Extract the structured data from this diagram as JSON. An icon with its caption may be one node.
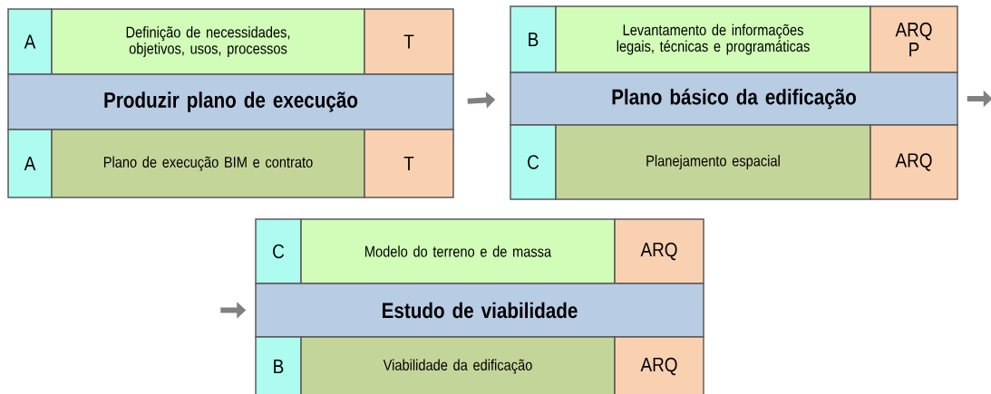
{
  "diagram": {
    "nodes": [
      {
        "text": [
          "A"
        ]
      },
      {
        "text": [
          "Definição de necessidades, objetivos, usos, processos"
        ]
      },
      {
        "text": [
          "T"
        ]
      },
      {
        "text": [
          "Produzir plano de execução"
        ]
      },
      {
        "text": [
          "A"
        ]
      },
      {
        "text": [
          "Plano de execução BIM e contrato"
        ]
      },
      {
        "text": [
          "T"
        ]
      },
      {
        "text": [
          "B"
        ]
      },
      {
        "text": [
          "Levantamento de informações legais, técnicas e programáticas"
        ]
      },
      {
        "text": [
          "ARQ P"
        ]
      },
      {
        "text": [
          "Plano básico da edificação"
        ]
      },
      {
        "text": [
          "C"
        ]
      },
      {
        "text": [
          "Planejamento espacial"
        ]
      },
      {
        "text": [
          "ARQ"
        ]
      },
      {
        "text": [
          "C"
        ]
      },
      {
        "text": [
          "Modelo do terreno e de massa"
        ]
      },
      {
        "text": [
          "ARQ"
        ]
      },
      {
        "text": [
          "Estudo de viabilidade"
        ]
      },
      {
        "text": [
          "B"
        ]
      },
      {
        "text": [
          "Viabilidade da edificação"
        ]
      },
      {
        "text": [
          "ARQ"
        ]
      }
    ],
    "edges": [
      {
        "from": 3,
        "to": 10,
        "arrow": "to"
      },
      {
        "from": 10,
        "to": null,
        "arrow": "to"
      },
      {
        "from": null,
        "to": 17,
        "arrow": "to"
      }
    ]
  }
}
